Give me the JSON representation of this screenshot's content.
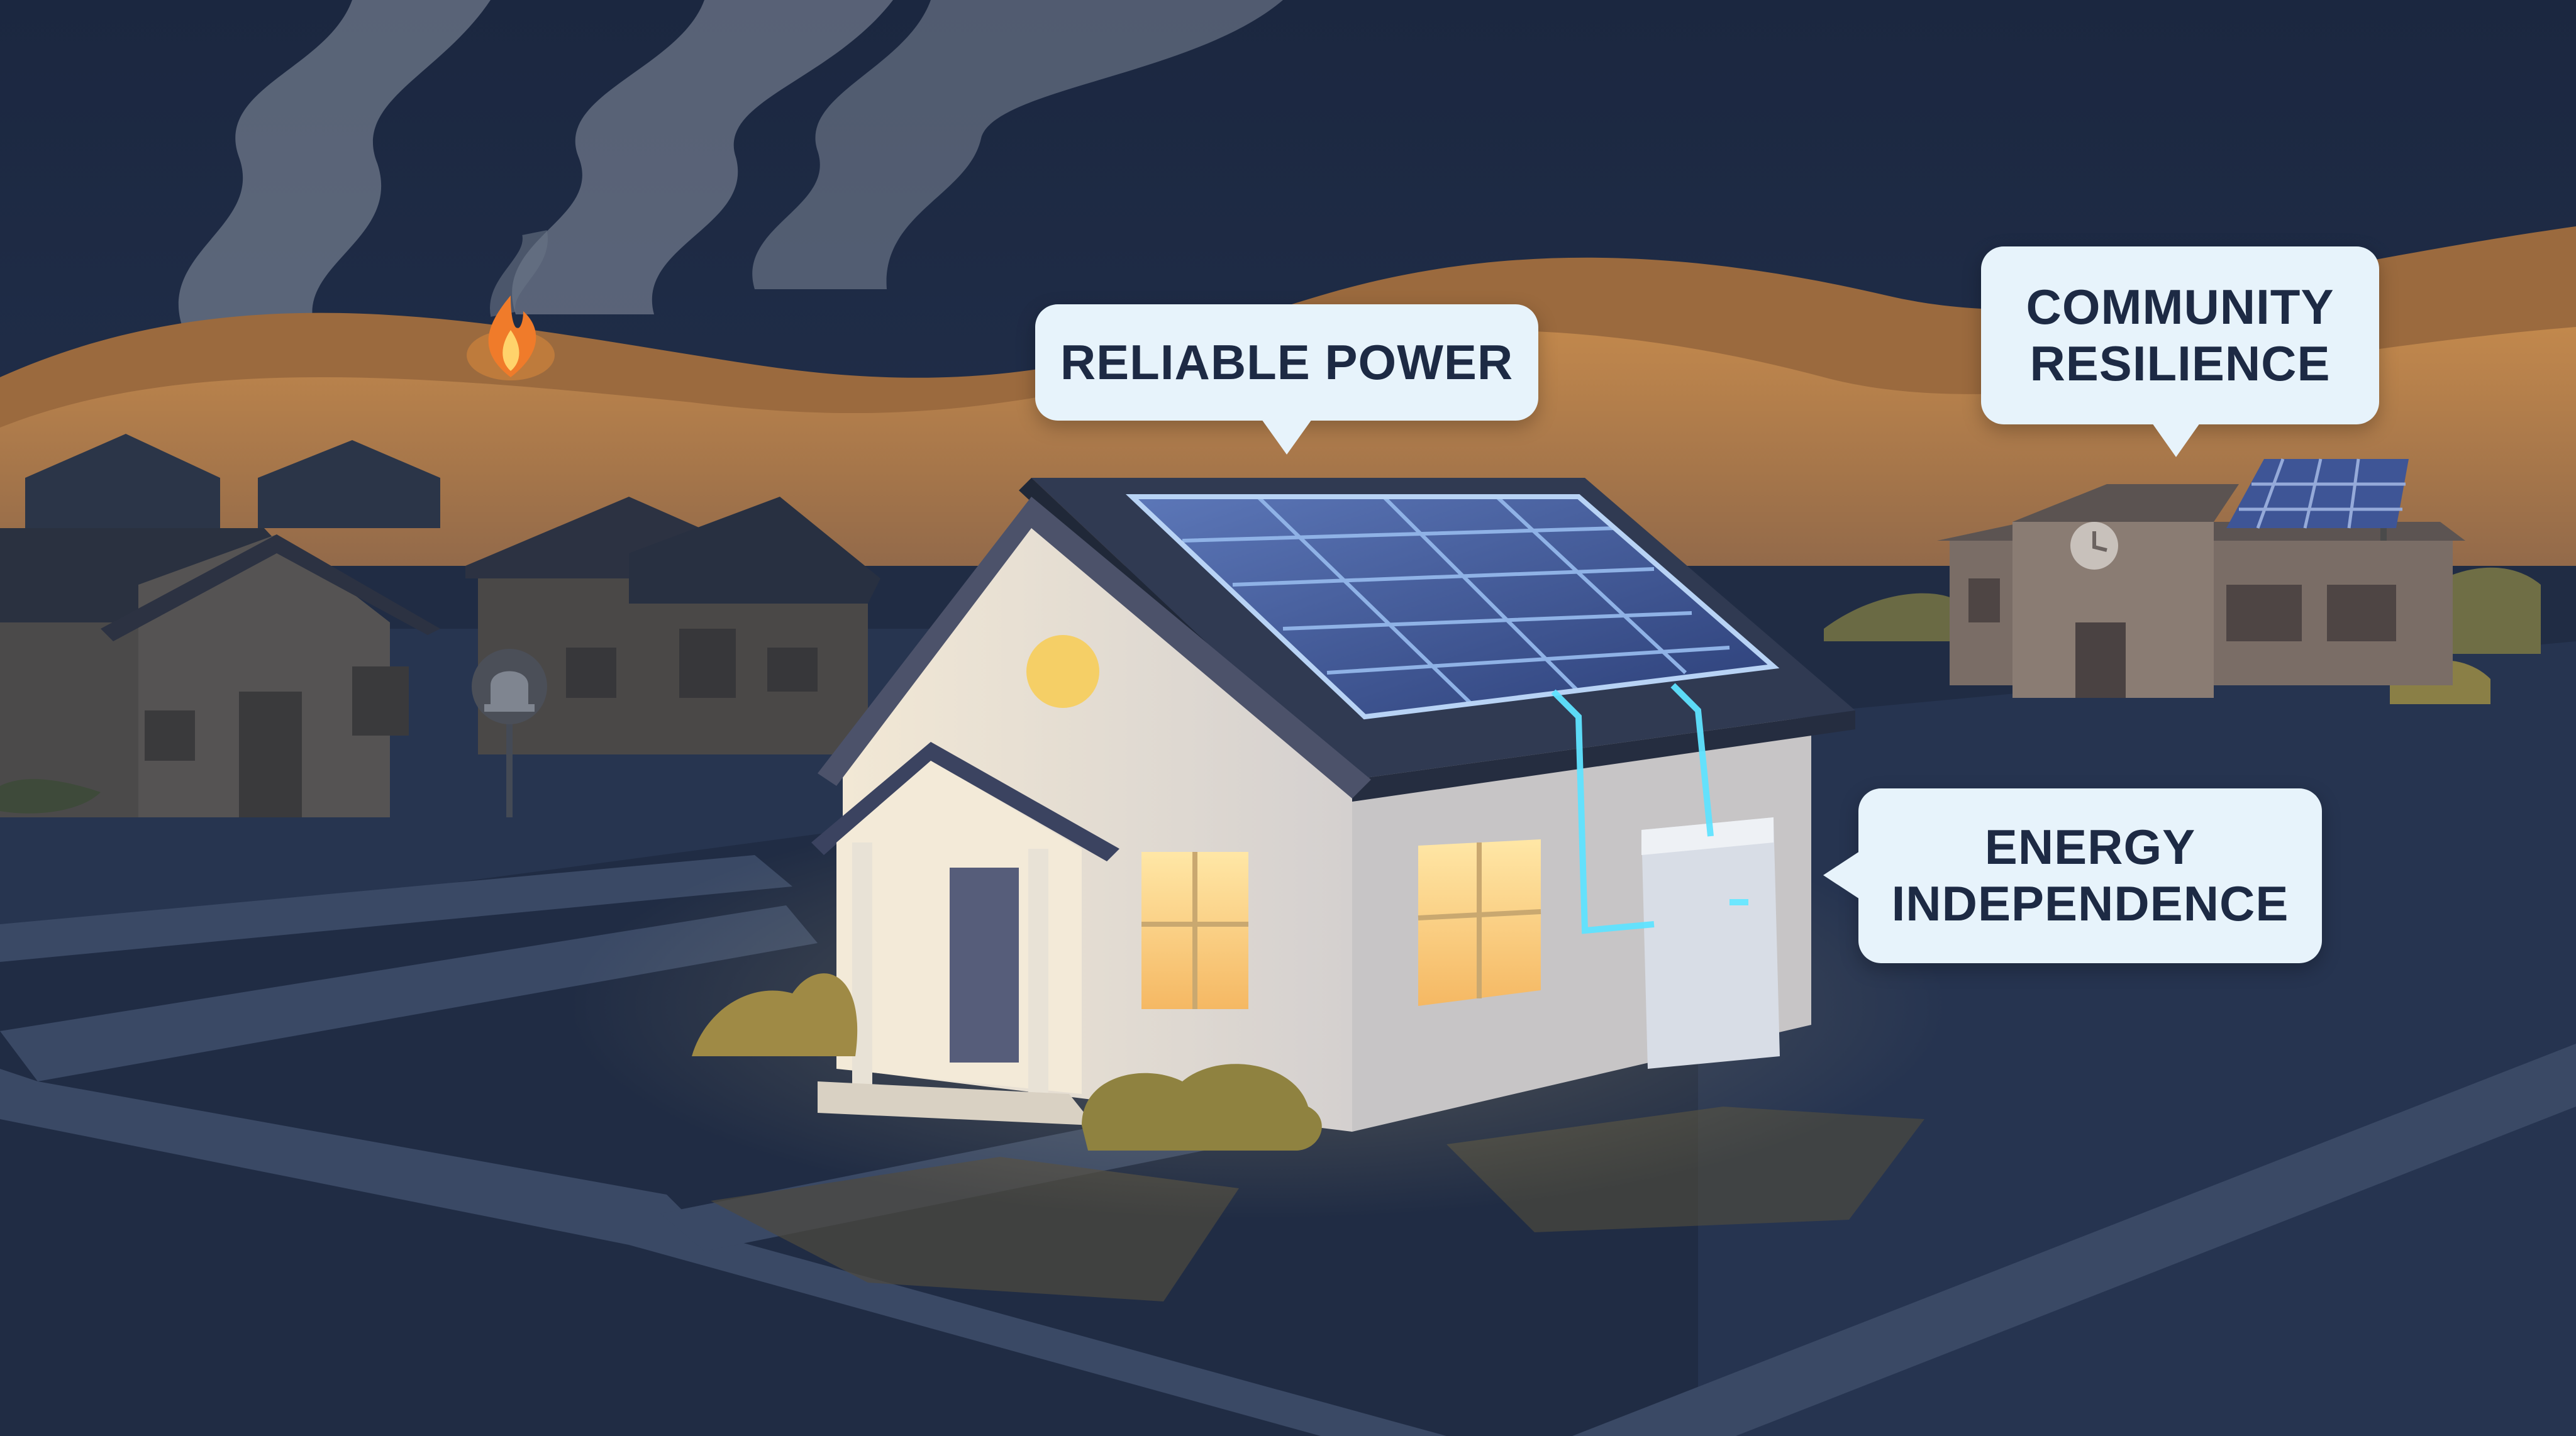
{
  "callouts": {
    "reliable_power": "RELIABLE POWER",
    "community_resilience": "COMMUNITY\nRESILIENCE",
    "energy_independence": "ENERGY\nINDEPENDENCE"
  },
  "scene": {
    "time_of_day": "night",
    "wildfire": true,
    "icons": [
      "fire-icon",
      "alarm-siren-icon",
      "clock-icon",
      "solar-panel-icon",
      "home-battery-icon"
    ]
  },
  "colors": {
    "sky": "#1d2b45",
    "hills": "#b07a45",
    "callout_bg": "#e7f3fb",
    "callout_text": "#1d2a44",
    "window_glow": "#ffd98a",
    "power_line": "#5fe3ff"
  }
}
